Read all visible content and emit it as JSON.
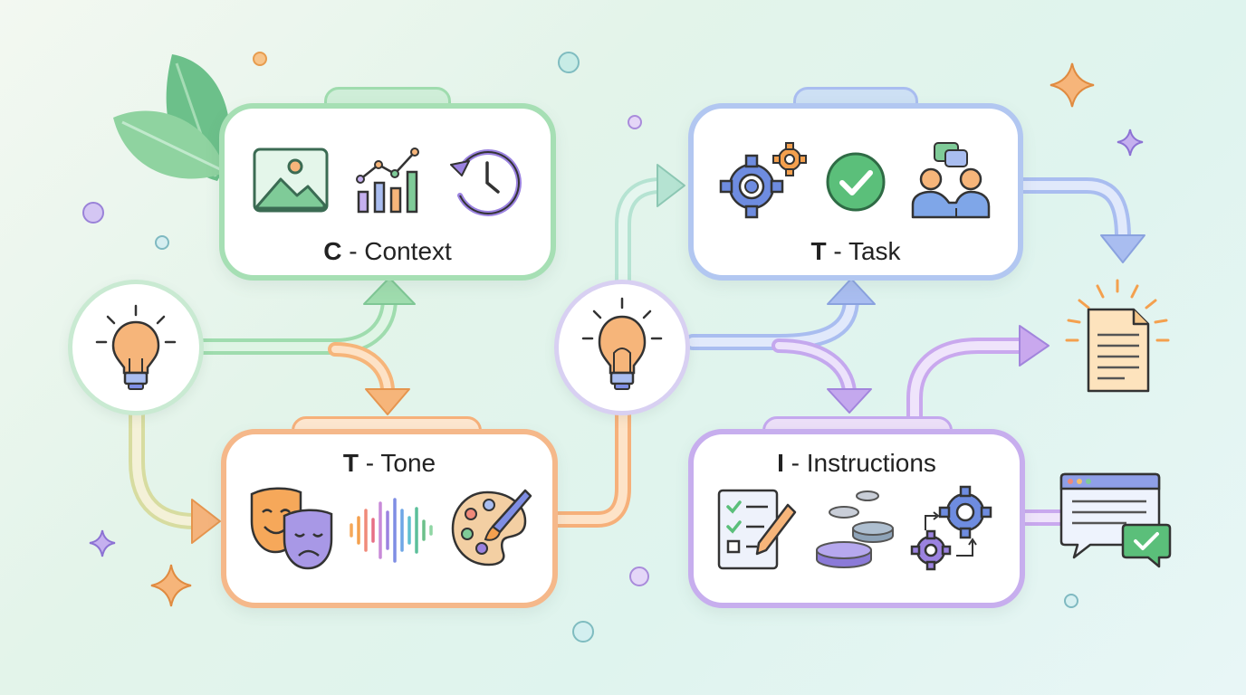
{
  "cards": {
    "context": {
      "letter": "C",
      "label": " - Context"
    },
    "task": {
      "letter": "T",
      "label": " - Task"
    },
    "tone": {
      "letter": "T",
      "label": " - Tone"
    },
    "instructions": {
      "letter": "I",
      "label": " - Instructions"
    }
  },
  "colors": {
    "context": "#8fd6a4",
    "task": "#a9bdf0",
    "tone": "#f6b07a",
    "instructions": "#c4a8ee",
    "accent_orange": "#f4a04e",
    "accent_green": "#5bbf7a",
    "accent_purple": "#9b82e0"
  },
  "icons": [
    "leaf-icon",
    "lightbulb-icon",
    "image-icon",
    "growth-chart-icon",
    "history-clock-icon",
    "gears-icon",
    "checkmark-icon",
    "collaboration-icon",
    "theater-masks-icon",
    "sound-wave-icon",
    "palette-icon",
    "checklist-icon",
    "database-stack-icon",
    "workflow-gears-icon",
    "document-icon",
    "chat-window-icon",
    "sparkle-icon"
  ]
}
